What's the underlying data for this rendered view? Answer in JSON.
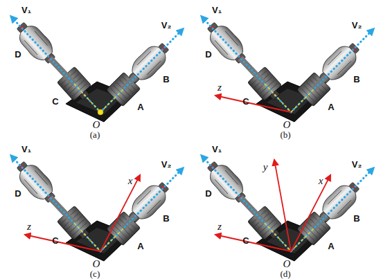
{
  "diagram": {
    "labels": [
      "V₁",
      "V₂",
      "D",
      "C",
      "B",
      "A",
      "O",
      "(a)",
      "V₁",
      "V₂",
      "D",
      "C",
      "B",
      "A",
      "O",
      "z",
      "(b)",
      "V₁",
      "V₂",
      "D",
      "C",
      "B",
      "A",
      "O",
      "z",
      "x",
      "(c)",
      "V₁",
      "V₂",
      "D",
      "C",
      "B",
      "A",
      "O",
      "z",
      "x",
      "y",
      "(d)"
    ]
  }
}
